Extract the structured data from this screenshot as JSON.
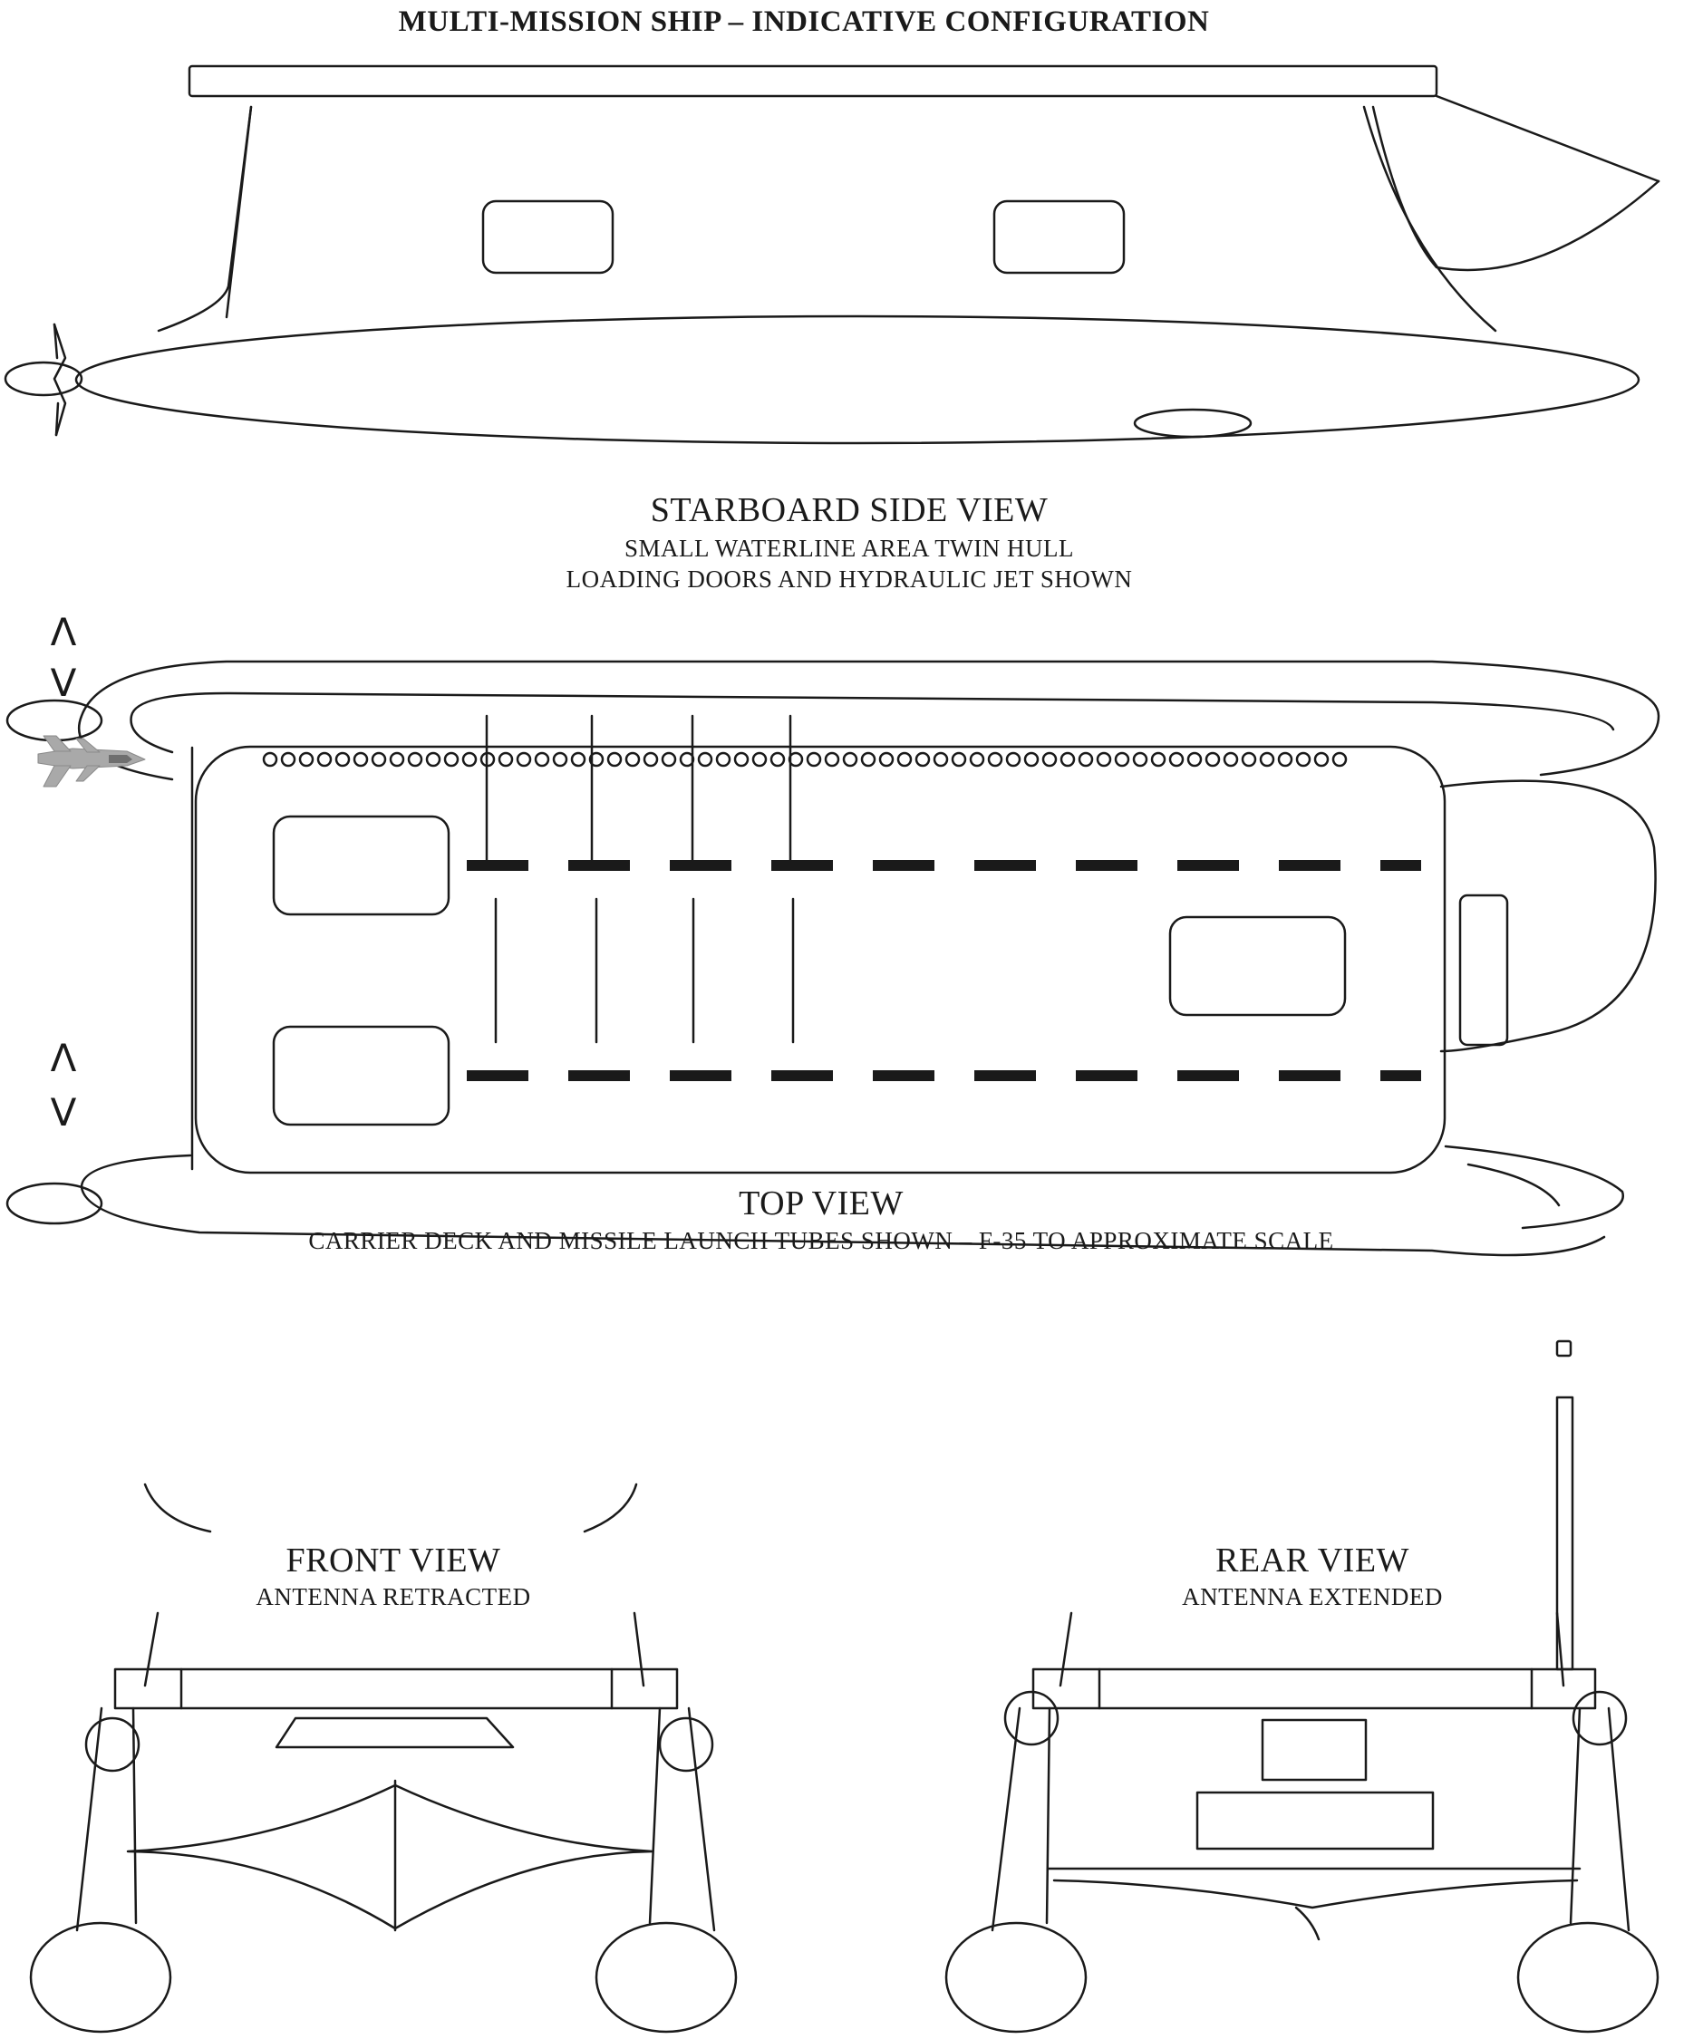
{
  "title": "MULTI-MISSION SHIP – INDICATIVE CONFIGURATION",
  "views": {
    "side": {
      "title": "STARBOARD SIDE VIEW",
      "caption_line1": "SMALL WATERLINE AREA TWIN HULL",
      "caption_line2": "LOADING DOORS AND HYDRAULIC JET SHOWN"
    },
    "top": {
      "title": "TOP VIEW",
      "caption": "CARRIER DECK AND MISSILE LAUNCH TUBES SHOWN – F-35 TO APPROXIMATE SCALE"
    },
    "front": {
      "title": "FRONT VIEW",
      "caption": "ANTENNA RETRACTED"
    },
    "rear": {
      "title": "REAR VIEW",
      "caption": "ANTENNA EXTENDED"
    }
  },
  "arrows": {
    "up": "Λ",
    "down": "V"
  },
  "icons": [
    "propeller-icon",
    "aircraft-icon",
    "antenna-icon"
  ]
}
